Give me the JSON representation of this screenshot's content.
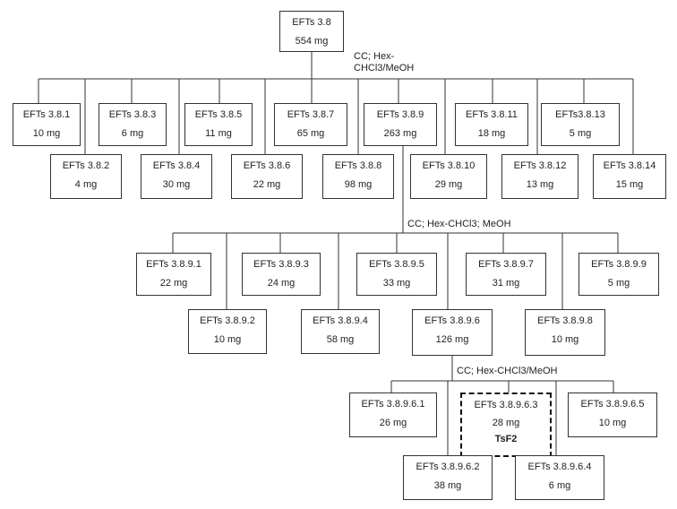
{
  "nodes": {
    "root": {
      "name": "EFTs 3.8",
      "mass": "554 mg"
    },
    "n381": {
      "name": "EFTs 3.8.1",
      "mass": "10 mg"
    },
    "n382": {
      "name": "EFTs 3.8.2",
      "mass": "4 mg"
    },
    "n383": {
      "name": "EFTs 3.8.3",
      "mass": "6 mg"
    },
    "n384": {
      "name": "EFTs 3.8.4",
      "mass": "30 mg"
    },
    "n385": {
      "name": "EFTs 3.8.5",
      "mass": "11 mg"
    },
    "n386": {
      "name": "EFTs 3.8.6",
      "mass": "22 mg"
    },
    "n387": {
      "name": "EFTs 3.8.7",
      "mass": "65 mg"
    },
    "n388": {
      "name": "EFTs 3.8.8",
      "mass": "98 mg"
    },
    "n389": {
      "name": "EFTs 3.8.9",
      "mass": "263 mg"
    },
    "n3810": {
      "name": "EFTs 3.8.10",
      "mass": "29 mg"
    },
    "n3811": {
      "name": "EFTs 3.8.11",
      "mass": "18 mg"
    },
    "n3812": {
      "name": "EFTs 3.8.12",
      "mass": "13 mg"
    },
    "n3813": {
      "name": "EFTs3.8.13",
      "mass": "5 mg"
    },
    "n3814": {
      "name": "EFTs 3.8.14",
      "mass": "15 mg"
    },
    "n3891": {
      "name": "EFTs 3.8.9.1",
      "mass": "22 mg"
    },
    "n3892": {
      "name": "EFTs 3.8.9.2",
      "mass": "10 mg"
    },
    "n3893": {
      "name": "EFTs 3.8.9.3",
      "mass": "24 mg"
    },
    "n3894": {
      "name": "EFTs 3.8.9.4",
      "mass": "58 mg"
    },
    "n3895": {
      "name": "EFTs 3.8.9.5",
      "mass": "33 mg"
    },
    "n3896": {
      "name": "EFTs 3.8.9.6",
      "mass": "126 mg"
    },
    "n3897": {
      "name": "EFTs 3.8.9.7",
      "mass": "31 mg"
    },
    "n3898": {
      "name": "EFTs 3.8.9.8",
      "mass": "10 mg"
    },
    "n3899": {
      "name": "EFTs 3.8.9.9",
      "mass": "5 mg"
    },
    "n38961": {
      "name": "EFTs 3.8.9.6.1",
      "mass": "26 mg"
    },
    "n38962": {
      "name": "EFTs 3.8.9.6.2",
      "mass": "38 mg"
    },
    "n38963": {
      "name": "EFTs 3.8.9.6.3",
      "mass": "28 mg",
      "tag": "TsF2"
    },
    "n38964": {
      "name": "EFTs 3.8.9.6.4",
      "mass": "6 mg"
    },
    "n38965": {
      "name": "EFTs 3.8.9.6.5",
      "mass": "10 mg"
    }
  },
  "labels": {
    "cc1_line1": "CC; Hex-",
    "cc1_line2": "CHCl3/MeOH",
    "cc2": "CC; Hex-CHCl3; MeOH",
    "cc3": "CC; Hex-CHCl3/MeOH"
  }
}
